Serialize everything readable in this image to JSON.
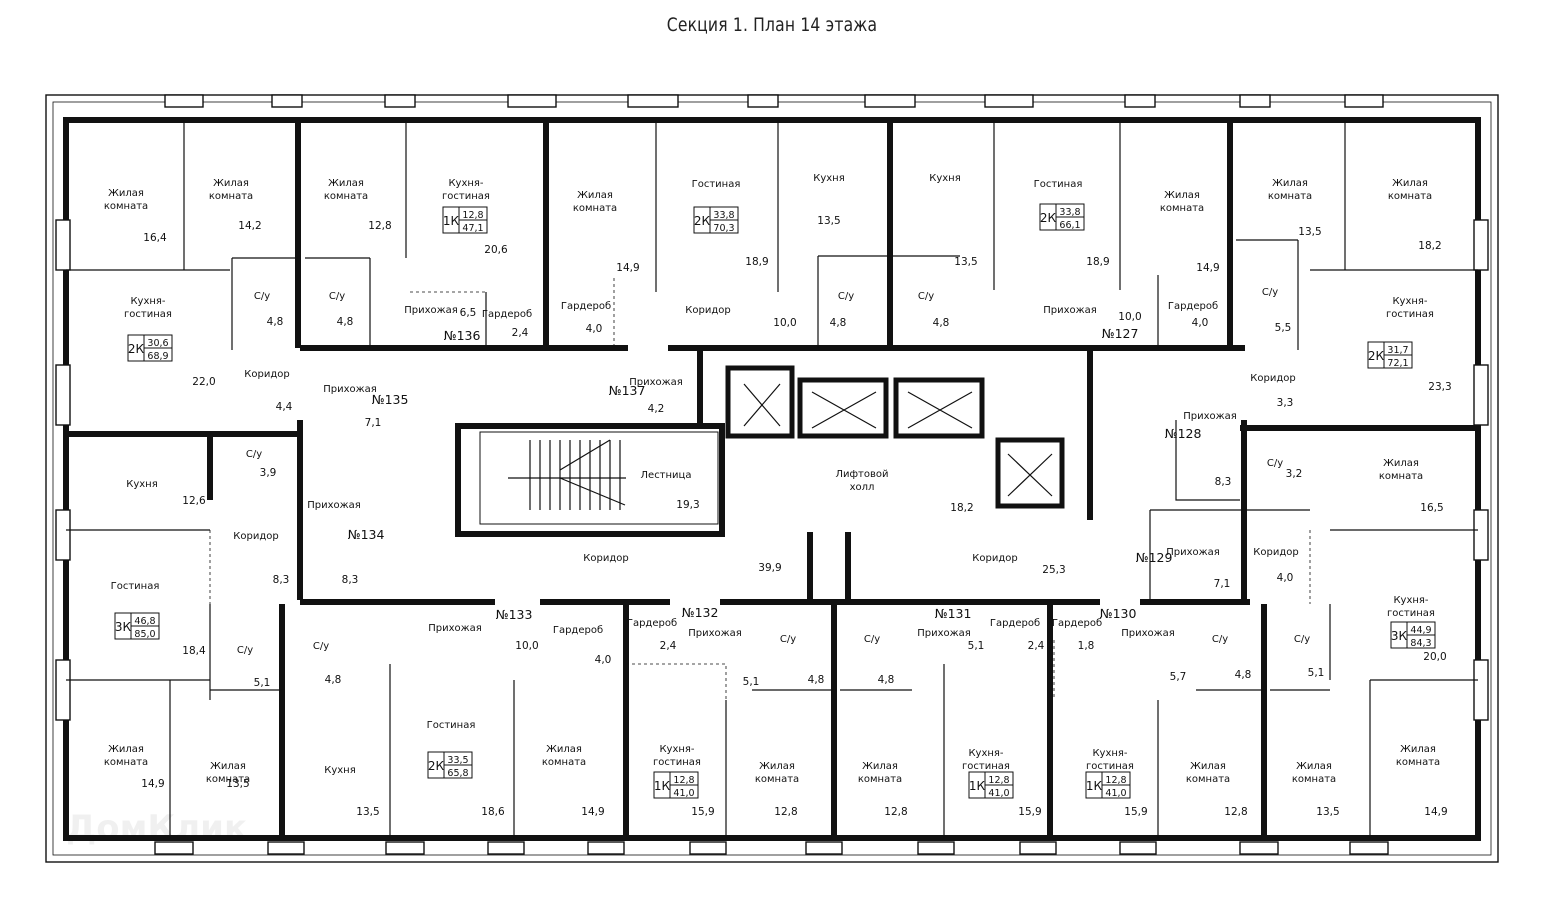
{
  "title": "Секция 1. План 14 этажа",
  "watermark": "ДомКлик",
  "rooms": [
    {
      "id": "r1",
      "name": "Жилая\nкомната",
      "area": "16,4"
    },
    {
      "id": "r2",
      "name": "Жилая\nкомната",
      "area": "14,2"
    },
    {
      "id": "r3",
      "name": "Жилая\nкомната",
      "area": "12,8"
    },
    {
      "id": "r4",
      "name": "Кухня-\nгостиная",
      "area": "20,6"
    },
    {
      "id": "r5",
      "name": "Жилая\nкомната",
      "area": "14,9"
    },
    {
      "id": "r6",
      "name": "Гостиная",
      "area": "18,9"
    },
    {
      "id": "r7",
      "name": "Кухня",
      "area": "13,5"
    },
    {
      "id": "r8",
      "name": "Кухня",
      "area": "13,5"
    },
    {
      "id": "r9",
      "name": "Гостиная",
      "area": "18,9"
    },
    {
      "id": "r10",
      "name": "Жилая\nкомната",
      "area": "14,9"
    },
    {
      "id": "r11",
      "name": "Жилая\nкомната",
      "area": "13,5"
    },
    {
      "id": "r12",
      "name": "Жилая\nкомната",
      "area": "18,2"
    },
    {
      "id": "r13",
      "name": "Кухня-\nгостиная",
      "area": "22,0"
    },
    {
      "id": "r14",
      "name": "С/у",
      "area": "4,8"
    },
    {
      "id": "r15",
      "name": "С/у",
      "area": "4,8"
    },
    {
      "id": "r16",
      "name": "Прихожая",
      "area": "6,5"
    },
    {
      "id": "r17",
      "name": "Гардероб",
      "area": "2,4"
    },
    {
      "id": "r18",
      "name": "Гардероб",
      "area": "4,0"
    },
    {
      "id": "r19",
      "name": "Коридор",
      "area": "10,0"
    },
    {
      "id": "r20",
      "name": "С/у",
      "area": "4,8"
    },
    {
      "id": "r21",
      "name": "С/у",
      "area": "4,8"
    },
    {
      "id": "r22",
      "name": "Прихожая",
      "area": "10,0"
    },
    {
      "id": "r23",
      "name": "Гардероб",
      "area": "4,0"
    },
    {
      "id": "r24",
      "name": "С/у",
      "area": "5,5"
    },
    {
      "id": "r25",
      "name": "Кухня-\nгостиная",
      "area": "23,3"
    },
    {
      "id": "r26",
      "name": "Коридор",
      "area": "4,4"
    },
    {
      "id": "r27",
      "name": "Прихожая",
      "area": "7,1"
    },
    {
      "id": "r28",
      "name": "Прихожая",
      "area": "4,2"
    },
    {
      "id": "r29",
      "name": "Коридор",
      "area": "3,3"
    },
    {
      "id": "r30",
      "name": "Кухня",
      "area": "12,6"
    },
    {
      "id": "r31",
      "name": "С/у",
      "area": "3,9"
    },
    {
      "id": "r32",
      "name": "Прихожая",
      "area": ""
    },
    {
      "id": "r33",
      "name": "Лестница",
      "area": "19,3"
    },
    {
      "id": "r34",
      "name": "Лифтовой\nхолл",
      "area": "18,2"
    },
    {
      "id": "r35",
      "name": "Прихожая",
      "area": "8,3"
    },
    {
      "id": "r36",
      "name": "С/у",
      "area": "3,2"
    },
    {
      "id": "r37",
      "name": "Жилая\nкомната",
      "area": "16,5"
    },
    {
      "id": "r38",
      "name": "Коридор",
      "area": "8,3"
    },
    {
      "id": "r39",
      "name": "Прихожая",
      "area": "8,3"
    },
    {
      "id": "r40",
      "name": "Коридор",
      "area": "39,9"
    },
    {
      "id": "r41",
      "name": "Коридор",
      "area": "25,3"
    },
    {
      "id": "r42",
      "name": "Прихожая",
      "area": "7,1"
    },
    {
      "id": "r43",
      "name": "Коридор",
      "area": "4,0"
    },
    {
      "id": "r44",
      "name": "Гостиная",
      "area": "18,4"
    },
    {
      "id": "r45",
      "name": "С/у",
      "area": "5,1"
    },
    {
      "id": "r46",
      "name": "С/у",
      "area": "4,8"
    },
    {
      "id": "r47",
      "name": "Прихожая",
      "area": "10,0"
    },
    {
      "id": "r48",
      "name": "Гардероб",
      "area": "4,0"
    },
    {
      "id": "r49",
      "name": "Гардероб",
      "area": "2,4"
    },
    {
      "id": "r50",
      "name": "Прихожая",
      "area": "5,1"
    },
    {
      "id": "r51",
      "name": "С/у",
      "area": "4,8"
    },
    {
      "id": "r52",
      "name": "С/у",
      "area": "4,8"
    },
    {
      "id": "r53",
      "name": "Прихожая",
      "area": "5,1"
    },
    {
      "id": "r54",
      "name": "Гардероб",
      "area": "2,4"
    },
    {
      "id": "r55",
      "name": "Гардероб",
      "area": "1,8"
    },
    {
      "id": "r56",
      "name": "Прихожая",
      "area": "5,7"
    },
    {
      "id": "r57",
      "name": "С/у",
      "area": "4,8"
    },
    {
      "id": "r58",
      "name": "С/у",
      "area": "5,1"
    },
    {
      "id": "r59",
      "name": "Кухня-\nгостиная",
      "area": "20,0"
    },
    {
      "id": "r60",
      "name": "Жилая\nкомната",
      "area": "14,9"
    },
    {
      "id": "r61",
      "name": "Жилая\nкомната",
      "area": "13,5"
    },
    {
      "id": "r62",
      "name": "Кухня",
      "area": "13,5"
    },
    {
      "id": "r63",
      "name": "Гостиная",
      "area": "18,6"
    },
    {
      "id": "r64",
      "name": "Жилая\nкомната",
      "area": "14,9"
    },
    {
      "id": "r65",
      "name": "Кухня-\nгостиная",
      "area": "15,9"
    },
    {
      "id": "r66",
      "name": "Жилая\nкомната",
      "area": "12,8"
    },
    {
      "id": "r67",
      "name": "Жилая\nкомната",
      "area": "12,8"
    },
    {
      "id": "r68",
      "name": "Кухня-\nгостиная",
      "area": "15,9"
    },
    {
      "id": "r69",
      "name": "Кухня-\nгостиная",
      "area": "15,9"
    },
    {
      "id": "r70",
      "name": "Жилая\nкомната",
      "area": "12,8"
    },
    {
      "id": "r71",
      "name": "Жилая\nкомната",
      "area": "13,5"
    },
    {
      "id": "r72",
      "name": "Жилая\nкомната",
      "area": "14,9"
    }
  ],
  "apartments": [
    {
      "id": "a136",
      "number": "№136",
      "rooms": "1К",
      "living": "12,8",
      "total": "47,1"
    },
    {
      "id": "a137",
      "number": "№137",
      "rooms": "2К",
      "living": "33,8",
      "total": "70,3"
    },
    {
      "id": "a127",
      "number": "№127",
      "rooms": "2К",
      "living": "33,8",
      "total": "66,1"
    },
    {
      "id": "a135",
      "number": "№135",
      "rooms": "2К",
      "living": "30,6",
      "total": "68,9"
    },
    {
      "id": "a128",
      "number": "№128",
      "rooms": "2К",
      "living": "31,7",
      "total": "72,1"
    },
    {
      "id": "a134",
      "number": "№134",
      "rooms": "3К",
      "living": "46,8",
      "total": "85,0"
    },
    {
      "id": "a129",
      "number": "№129",
      "rooms": "3К",
      "living": "44,9",
      "total": "84,3"
    },
    {
      "id": "a133",
      "number": "№133",
      "rooms": "2К",
      "living": "33,5",
      "total": "65,8"
    },
    {
      "id": "a132",
      "number": "№132",
      "rooms": "1К",
      "living": "12,8",
      "total": "41,0"
    },
    {
      "id": "a131",
      "number": "№131",
      "rooms": "1К",
      "living": "12,8",
      "total": "41,0"
    },
    {
      "id": "a130",
      "number": "№130",
      "rooms": "1К",
      "living": "12,8",
      "total": "41,0"
    }
  ]
}
